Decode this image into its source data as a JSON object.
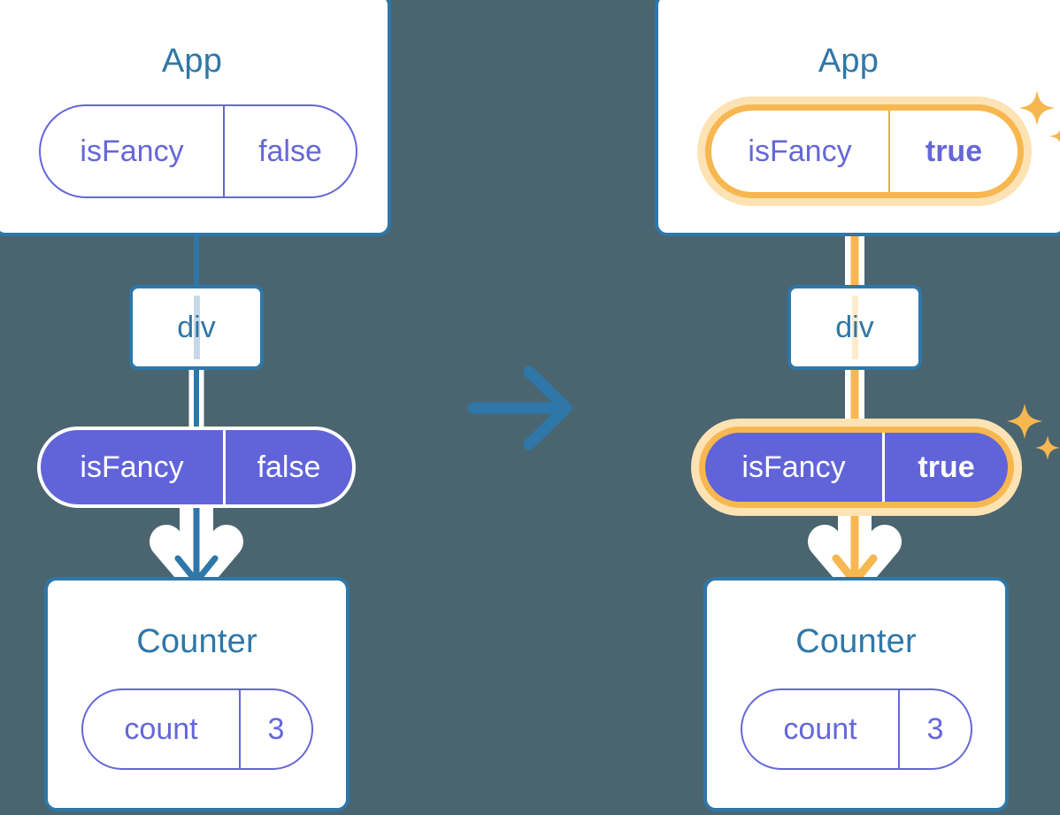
{
  "meta": {
    "background_color": "#4a6570",
    "accent_blue": "#2e77a8",
    "purple": "#6164d8",
    "highlight_orange": "#f7b750",
    "highlight_glow": "#fde2b4",
    "white": "#ffffff"
  },
  "transition_arrow": {
    "icon": "arrow-right-icon",
    "color": "#2e77a8"
  },
  "before": {
    "app": {
      "title": "App",
      "state_pill": {
        "key": "isFancy",
        "value": "false",
        "highlighted": false
      }
    },
    "div": {
      "label": "div"
    },
    "props_pill": {
      "key": "isFancy",
      "value": "false",
      "highlighted": false
    },
    "counter": {
      "title": "Counter",
      "state_pill": {
        "key": "count",
        "value": "3",
        "highlighted": false
      }
    }
  },
  "after": {
    "app": {
      "title": "App",
      "state_pill": {
        "key": "isFancy",
        "value": "true",
        "highlighted": true
      }
    },
    "div": {
      "label": "div"
    },
    "props_pill": {
      "key": "isFancy",
      "value": "true",
      "highlighted": true
    },
    "counter": {
      "title": "Counter",
      "state_pill": {
        "key": "count",
        "value": "3",
        "highlighted": false
      }
    }
  }
}
